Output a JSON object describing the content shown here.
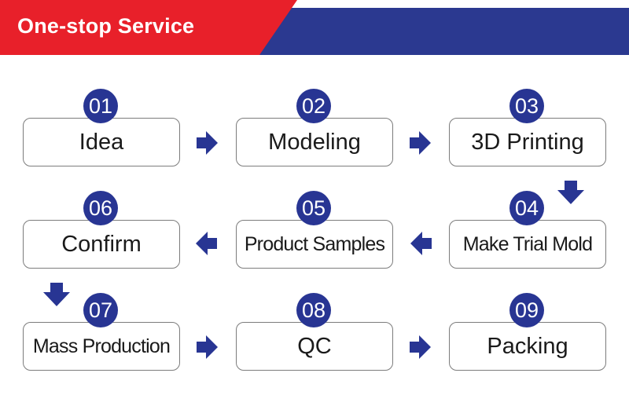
{
  "banner": {
    "title": "One-stop Service",
    "colors": {
      "red": "#e8202a",
      "blue": "#2b3990"
    }
  },
  "steps": [
    {
      "number": "01",
      "label": "Idea"
    },
    {
      "number": "02",
      "label": "Modeling"
    },
    {
      "number": "03",
      "label": "3D Printing"
    },
    {
      "number": "04",
      "label": "Make Trial Mold"
    },
    {
      "number": "05",
      "label": "Product Samples"
    },
    {
      "number": "06",
      "label": "Confirm"
    },
    {
      "number": "07",
      "label": "Mass Production"
    },
    {
      "number": "08",
      "label": "QC"
    },
    {
      "number": "09",
      "label": "Packing"
    }
  ],
  "style": {
    "accent": "#283593",
    "border": "#7c7c7c"
  }
}
